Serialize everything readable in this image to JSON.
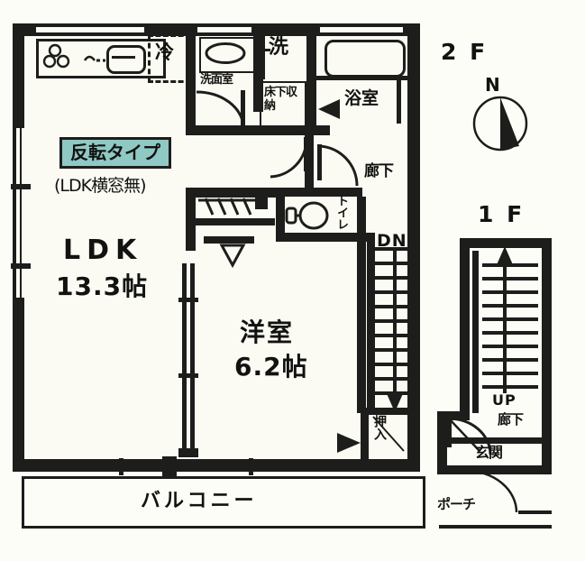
{
  "plan": {
    "floor_current": "2 F",
    "floor_other": "1 F",
    "compass_label": "N",
    "badge": {
      "text": "反転タイプ",
      "note": "(LDK横窓無)",
      "bg_color": "#8fc9c4",
      "border_color": "#1d1d1b"
    },
    "rooms": [
      {
        "id": "ldk",
        "name": "LDK",
        "size": "13.3帖"
      },
      {
        "id": "bedroom",
        "name": "洋室",
        "size": "6.2帖"
      },
      {
        "id": "bath",
        "name": "浴室",
        "size": ""
      },
      {
        "id": "washroom",
        "name": "洗面室",
        "size": ""
      },
      {
        "id": "hallway",
        "name": "廊下",
        "size": ""
      },
      {
        "id": "balcony",
        "name": "バルコニー",
        "size": ""
      }
    ],
    "fixtures": {
      "fridge": "冷",
      "washer": "洗",
      "underfloor_storage": "床下収納",
      "toilet": "トイレ",
      "closet": "押入",
      "stairs_down": "DN"
    },
    "inset_1f": {
      "stairs_up": "UP",
      "hallway": "廊下",
      "entrance": "玄関",
      "porch": "ポーチ"
    },
    "colors": {
      "wall": "#1d1d1b",
      "paper": "#fdfdf8",
      "room_fill": "#fbfbf4",
      "accent": "#8fc9c4"
    }
  }
}
